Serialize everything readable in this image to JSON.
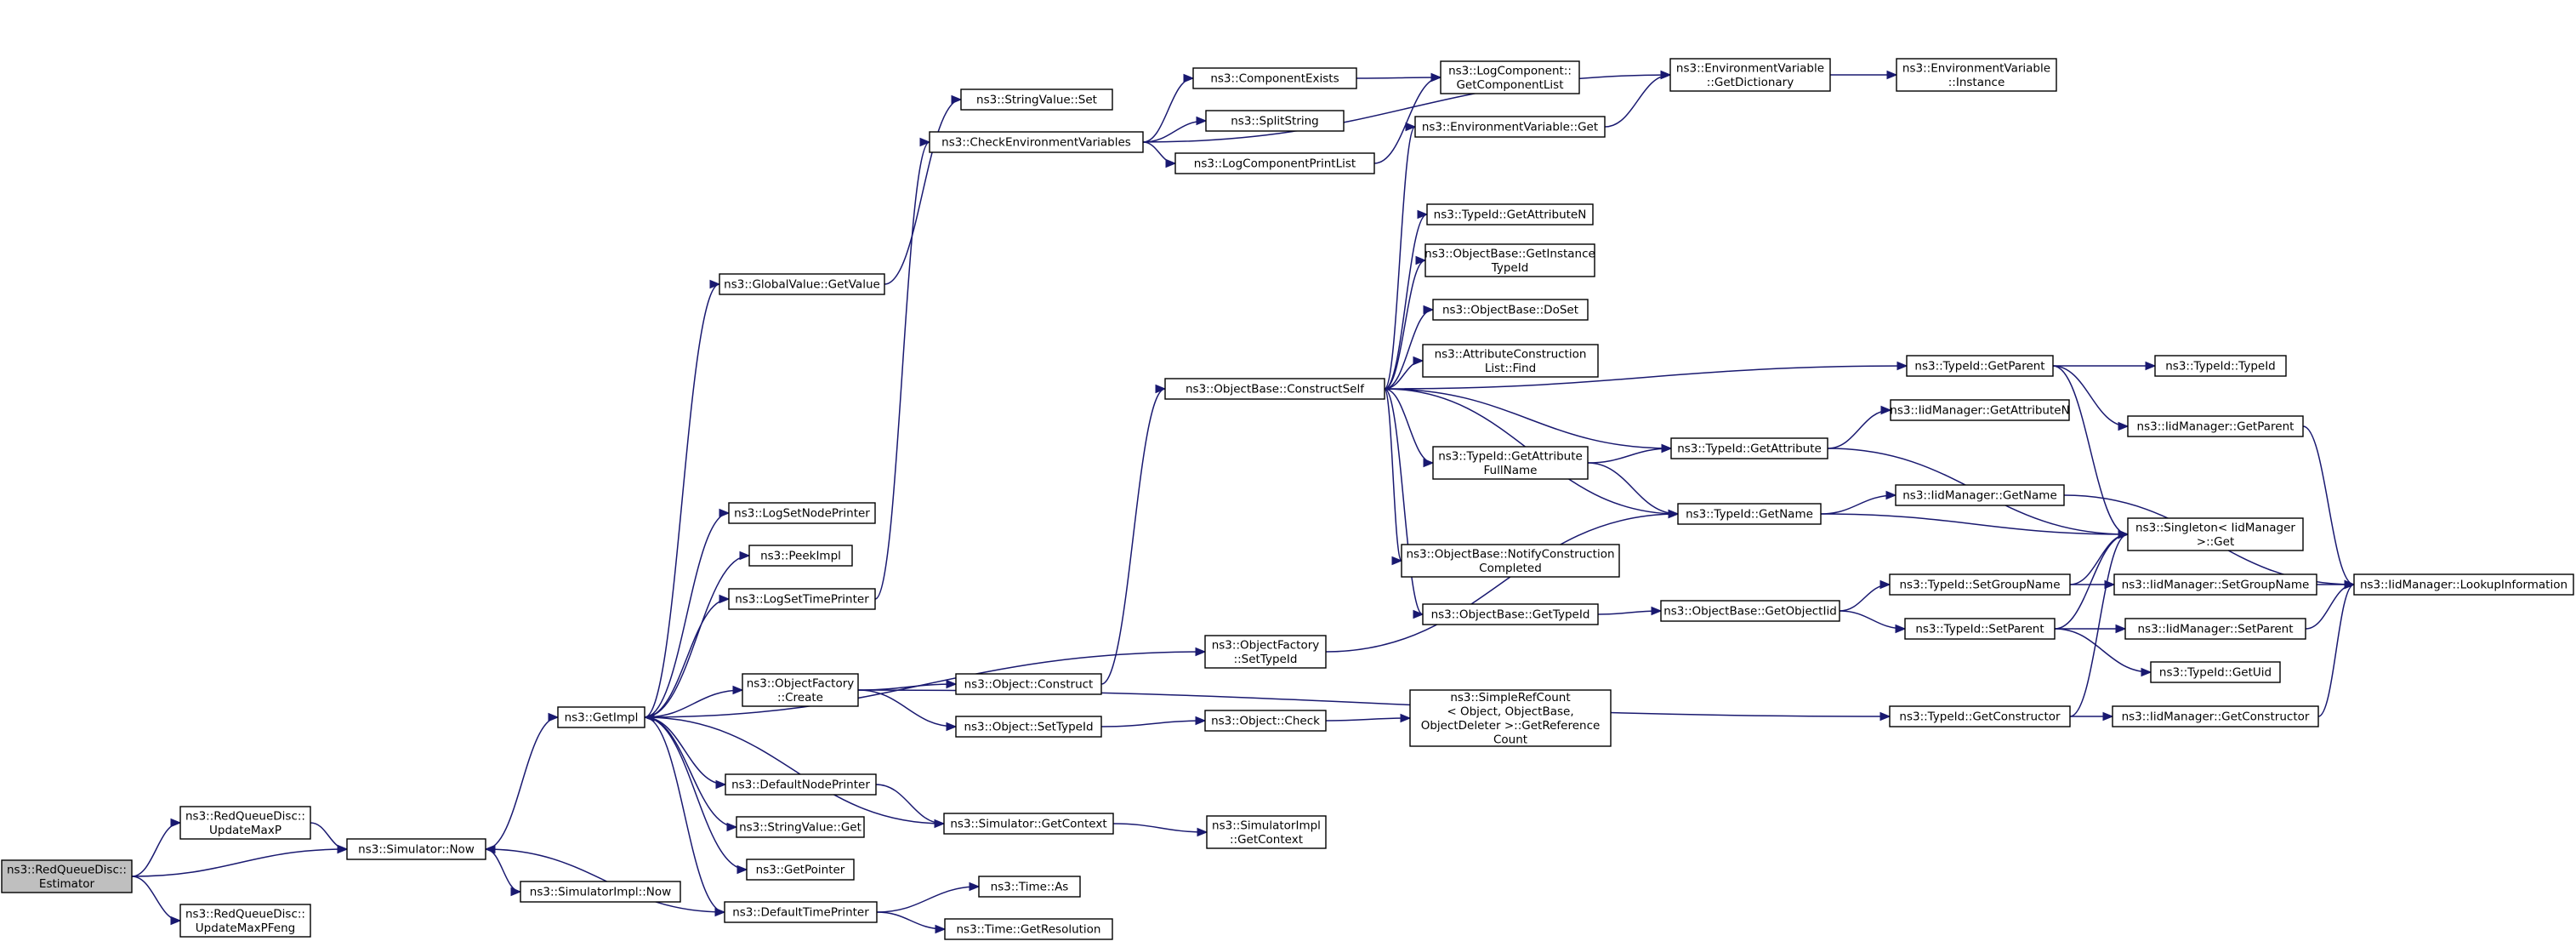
{
  "nodes": [
    {
      "id": "estimator",
      "lines": [
        "ns3::RedQueueDisc::",
        "Estimator"
      ],
      "root": true
    },
    {
      "id": "updatemaxp",
      "lines": [
        "ns3::RedQueueDisc::",
        "UpdateMaxP"
      ]
    },
    {
      "id": "updatemaxpfeng",
      "lines": [
        "ns3::RedQueueDisc::",
        "UpdateMaxPFeng"
      ]
    },
    {
      "id": "simnow",
      "lines": [
        "ns3::Simulator::Now"
      ]
    },
    {
      "id": "getimpl",
      "lines": [
        "ns3::GetImpl"
      ]
    },
    {
      "id": "simimplnow",
      "lines": [
        "ns3::SimulatorImpl::Now"
      ]
    },
    {
      "id": "gvgetvalue",
      "lines": [
        "ns3::GlobalValue::GetValue"
      ]
    },
    {
      "id": "logsetnode",
      "lines": [
        "ns3::LogSetNodePrinter"
      ]
    },
    {
      "id": "peekimpl",
      "lines": [
        "ns3::PeekImpl"
      ]
    },
    {
      "id": "logsettime",
      "lines": [
        "ns3::LogSetTimePrinter"
      ]
    },
    {
      "id": "ofcreate",
      "lines": [
        "ns3::ObjectFactory",
        "::Create"
      ]
    },
    {
      "id": "defnodeprinter",
      "lines": [
        "ns3::DefaultNodePrinter"
      ]
    },
    {
      "id": "svget",
      "lines": [
        "ns3::StringValue::Get"
      ]
    },
    {
      "id": "getpointer",
      "lines": [
        "ns3::GetPointer"
      ]
    },
    {
      "id": "deftimeprinter",
      "lines": [
        "ns3::DefaultTimePrinter"
      ]
    },
    {
      "id": "svset",
      "lines": [
        "ns3::StringValue::Set"
      ]
    },
    {
      "id": "checkenv",
      "lines": [
        "ns3::CheckEnvironmentVariables"
      ]
    },
    {
      "id": "objconstruct",
      "lines": [
        "ns3::Object::Construct"
      ]
    },
    {
      "id": "objsettypeid",
      "lines": [
        "ns3::Object::SetTypeId"
      ]
    },
    {
      "id": "simgetcontext",
      "lines": [
        "ns3::Simulator::GetContext"
      ]
    },
    {
      "id": "timeas",
      "lines": [
        "ns3::Time::As"
      ]
    },
    {
      "id": "timegetres",
      "lines": [
        "ns3::Time::GetResolution"
      ]
    },
    {
      "id": "compexists",
      "lines": [
        "ns3::ComponentExists"
      ]
    },
    {
      "id": "splitstring",
      "lines": [
        "ns3::SplitString"
      ]
    },
    {
      "id": "logcompprint",
      "lines": [
        "ns3::LogComponentPrintList"
      ]
    },
    {
      "id": "obconstructself",
      "lines": [
        "ns3::ObjectBase::ConstructSelf"
      ]
    },
    {
      "id": "ofsettypeid",
      "lines": [
        "ns3::ObjectFactory",
        "::SetTypeId"
      ]
    },
    {
      "id": "objcheck",
      "lines": [
        "ns3::Object::Check"
      ]
    },
    {
      "id": "simimplgetcontext",
      "lines": [
        "ns3::SimulatorImpl",
        "::GetContext"
      ]
    },
    {
      "id": "logcompgetlist",
      "lines": [
        "ns3::LogComponent::",
        "GetComponentList"
      ]
    },
    {
      "id": "envget",
      "lines": [
        "ns3::EnvironmentVariable::Get"
      ]
    },
    {
      "id": "tidgetattrn",
      "lines": [
        "ns3::TypeId::GetAttributeN"
      ]
    },
    {
      "id": "obgetinstance",
      "lines": [
        "ns3::ObjectBase::GetInstance",
        "TypeId"
      ]
    },
    {
      "id": "obdoset",
      "lines": [
        "ns3::ObjectBase::DoSet"
      ]
    },
    {
      "id": "attrconstrfind",
      "lines": [
        "ns3::AttributeConstruction",
        "List::Find"
      ]
    },
    {
      "id": "tidgetattrfull",
      "lines": [
        "ns3::TypeId::GetAttribute",
        "FullName"
      ]
    },
    {
      "id": "obnotify",
      "lines": [
        "ns3::ObjectBase::NotifyConstruction",
        "Completed"
      ]
    },
    {
      "id": "obgettypeid",
      "lines": [
        "ns3::ObjectBase::GetTypeId"
      ]
    },
    {
      "id": "simplerefcount",
      "lines": [
        "ns3::SimpleRefCount",
        "< Object, ObjectBase,",
        "ObjectDeleter >::GetReference",
        "Count"
      ]
    },
    {
      "id": "envgetdict",
      "lines": [
        "ns3::EnvironmentVariable",
        "::GetDictionary"
      ]
    },
    {
      "id": "tidgetattribute",
      "lines": [
        "ns3::TypeId::GetAttribute"
      ]
    },
    {
      "id": "tidgetname",
      "lines": [
        "ns3::TypeId::GetName"
      ]
    },
    {
      "id": "obgetobjectiid",
      "lines": [
        "ns3::ObjectBase::GetObjectIid"
      ]
    },
    {
      "id": "envinstance",
      "lines": [
        "ns3::EnvironmentVariable",
        "::Instance"
      ]
    },
    {
      "id": "tidgetparent",
      "lines": [
        "ns3::TypeId::GetParent"
      ]
    },
    {
      "id": "iidgetattrn",
      "lines": [
        "ns3::IidManager::GetAttributeN"
      ]
    },
    {
      "id": "iidgetname",
      "lines": [
        "ns3::IidManager::GetName"
      ]
    },
    {
      "id": "tidsetgroupname",
      "lines": [
        "ns3::TypeId::SetGroupName"
      ]
    },
    {
      "id": "tidsetparent",
      "lines": [
        "ns3::TypeId::SetParent"
      ]
    },
    {
      "id": "tidgetconstructor",
      "lines": [
        "ns3::TypeId::GetConstructor"
      ]
    },
    {
      "id": "tidtypeid",
      "lines": [
        "ns3::TypeId::TypeId"
      ]
    },
    {
      "id": "iidgetparent",
      "lines": [
        "ns3::IidManager::GetParent"
      ]
    },
    {
      "id": "singletonget",
      "lines": [
        "ns3::Singleton< IidManager",
        " >::Get"
      ]
    },
    {
      "id": "iidsetgroupname",
      "lines": [
        "ns3::IidManager::SetGroupName"
      ]
    },
    {
      "id": "iidsetparent",
      "lines": [
        "ns3::IidManager::SetParent"
      ]
    },
    {
      "id": "tidgetuid",
      "lines": [
        "ns3::TypeId::GetUid"
      ]
    },
    {
      "id": "iidgetconstructor",
      "lines": [
        "ns3::IidManager::GetConstructor"
      ]
    },
    {
      "id": "iidlookup",
      "lines": [
        "ns3::IidManager::LookupInformation"
      ]
    }
  ],
  "edges": [
    [
      "estimator",
      "updatemaxp"
    ],
    [
      "estimator",
      "simnow"
    ],
    [
      "estimator",
      "updatemaxpfeng"
    ],
    [
      "updatemaxp",
      "simnow"
    ],
    [
      "simnow",
      "getimpl"
    ],
    [
      "simnow",
      "simimplnow"
    ],
    [
      "getimpl",
      "gvgetvalue"
    ],
    [
      "getimpl",
      "logsetnode"
    ],
    [
      "getimpl",
      "peekimpl"
    ],
    [
      "getimpl",
      "logsettime"
    ],
    [
      "getimpl",
      "ofcreate"
    ],
    [
      "getimpl",
      "ofsettypeid"
    ],
    [
      "getimpl",
      "defnodeprinter"
    ],
    [
      "getimpl",
      "svget"
    ],
    [
      "getimpl",
      "getpointer"
    ],
    [
      "getimpl",
      "deftimeprinter"
    ],
    [
      "gvgetvalue",
      "svset"
    ],
    [
      "logsettime",
      "checkenv"
    ],
    [
      "checkenv",
      "compexists"
    ],
    [
      "checkenv",
      "splitstring"
    ],
    [
      "checkenv",
      "logcompprint"
    ],
    [
      "checkenv",
      "envgetdict"
    ],
    [
      "compexists",
      "logcompgetlist"
    ],
    [
      "logcompprint",
      "logcompgetlist"
    ],
    [
      "ofcreate",
      "objconstruct"
    ],
    [
      "ofcreate",
      "objsettypeid"
    ],
    [
      "ofcreate",
      "tidgetconstructor"
    ],
    [
      "objconstruct",
      "obconstructself"
    ],
    [
      "objsettypeid",
      "objcheck"
    ],
    [
      "objcheck",
      "simplerefcount"
    ],
    [
      "defnodeprinter",
      "simgetcontext"
    ],
    [
      "simgetcontext",
      "getimpl"
    ],
    [
      "simgetcontext",
      "simimplgetcontext"
    ],
    [
      "deftimeprinter",
      "simnow"
    ],
    [
      "deftimeprinter",
      "timeas"
    ],
    [
      "deftimeprinter",
      "timegetres"
    ],
    [
      "obconstructself",
      "envget"
    ],
    [
      "obconstructself",
      "tidgetparent"
    ],
    [
      "obconstructself",
      "tidgetattrn"
    ],
    [
      "obconstructself",
      "obgetinstance"
    ],
    [
      "obconstructself",
      "obdoset"
    ],
    [
      "obconstructself",
      "attrconstrfind"
    ],
    [
      "obconstructself",
      "tidgetattribute"
    ],
    [
      "obconstructself",
      "tidgetattrfull"
    ],
    [
      "obconstructself",
      "tidgetname"
    ],
    [
      "obconstructself",
      "obnotify"
    ],
    [
      "obconstructself",
      "obgettypeid"
    ],
    [
      "envget",
      "envgetdict"
    ],
    [
      "envgetdict",
      "envinstance"
    ],
    [
      "tidgetattrfull",
      "tidgetattribute"
    ],
    [
      "tidgetattrfull",
      "tidgetname"
    ],
    [
      "ofsettypeid",
      "tidgetname"
    ],
    [
      "obgettypeid",
      "obgetobjectiid"
    ],
    [
      "obgetobjectiid",
      "tidsetgroupname"
    ],
    [
      "obgetobjectiid",
      "tidsetparent"
    ],
    [
      "tidgetattribute",
      "iidgetattrn"
    ],
    [
      "tidgetattribute",
      "singletonget"
    ],
    [
      "tidgetname",
      "iidgetname"
    ],
    [
      "tidgetname",
      "singletonget"
    ],
    [
      "tidgetparent",
      "tidtypeid"
    ],
    [
      "tidgetparent",
      "iidgetparent"
    ],
    [
      "tidgetparent",
      "singletonget"
    ],
    [
      "tidsetgroupname",
      "singletonget"
    ],
    [
      "tidsetgroupname",
      "iidsetgroupname"
    ],
    [
      "tidsetparent",
      "singletonget"
    ],
    [
      "tidsetparent",
      "iidsetparent"
    ],
    [
      "tidsetparent",
      "tidgetuid"
    ],
    [
      "tidgetconstructor",
      "singletonget"
    ],
    [
      "tidgetconstructor",
      "iidgetconstructor"
    ],
    [
      "iidgetname",
      "iidlookup"
    ],
    [
      "iidgetparent",
      "iidlookup"
    ],
    [
      "iidsetgroupname",
      "iidlookup"
    ],
    [
      "iidsetparent",
      "iidlookup"
    ],
    [
      "iidgetconstructor",
      "iidlookup"
    ]
  ]
}
